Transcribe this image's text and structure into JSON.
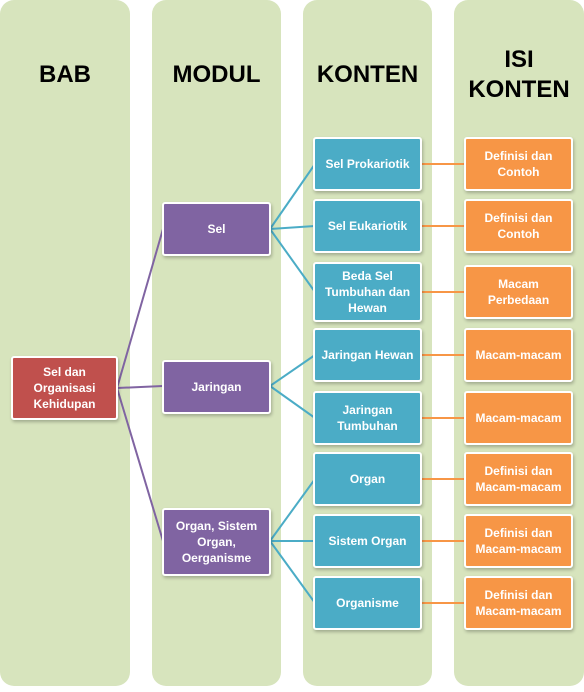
{
  "columns": {
    "bab": "BAB",
    "modul": "MODUL",
    "konten": "KONTEN",
    "isi_line1": "ISI",
    "isi_line2": "KONTEN"
  },
  "bab": {
    "label": "Sel dan Organisasi Kehidupan"
  },
  "modul": [
    {
      "label": "Sel"
    },
    {
      "label": "Jaringan"
    },
    {
      "label": "Organ, Sistem Organ, Oerganisme"
    }
  ],
  "konten": [
    {
      "label": "Sel Prokariotik"
    },
    {
      "label": "Sel Eukariotik"
    },
    {
      "label": "Beda Sel Tumbuhan dan Hewan"
    },
    {
      "label": "Jaringan Hewan"
    },
    {
      "label": "Jaringan Tumbuhan"
    },
    {
      "label": "Organ"
    },
    {
      "label": "Sistem Organ"
    },
    {
      "label": "Organisme"
    }
  ],
  "isi": [
    {
      "label": "Definisi dan Contoh"
    },
    {
      "label": "Definisi dan Contoh"
    },
    {
      "label": "Macam Perbedaan"
    },
    {
      "label": "Macam-macam"
    },
    {
      "label": "Macam-macam"
    },
    {
      "label": "Definisi dan Macam-macam"
    },
    {
      "label": "Definisi dan Macam-macam"
    },
    {
      "label": "Definisi dan Macam-macam"
    }
  ],
  "colors": {
    "column_bg": "#d7e4bd",
    "bab": "#c0504d",
    "modul": "#8064a2",
    "konten": "#4bacc6",
    "isi": "#f79646",
    "link_bab_modul": "#8064a2",
    "link_modul_konten": "#4bacc6",
    "link_konten_isi": "#f79646"
  }
}
